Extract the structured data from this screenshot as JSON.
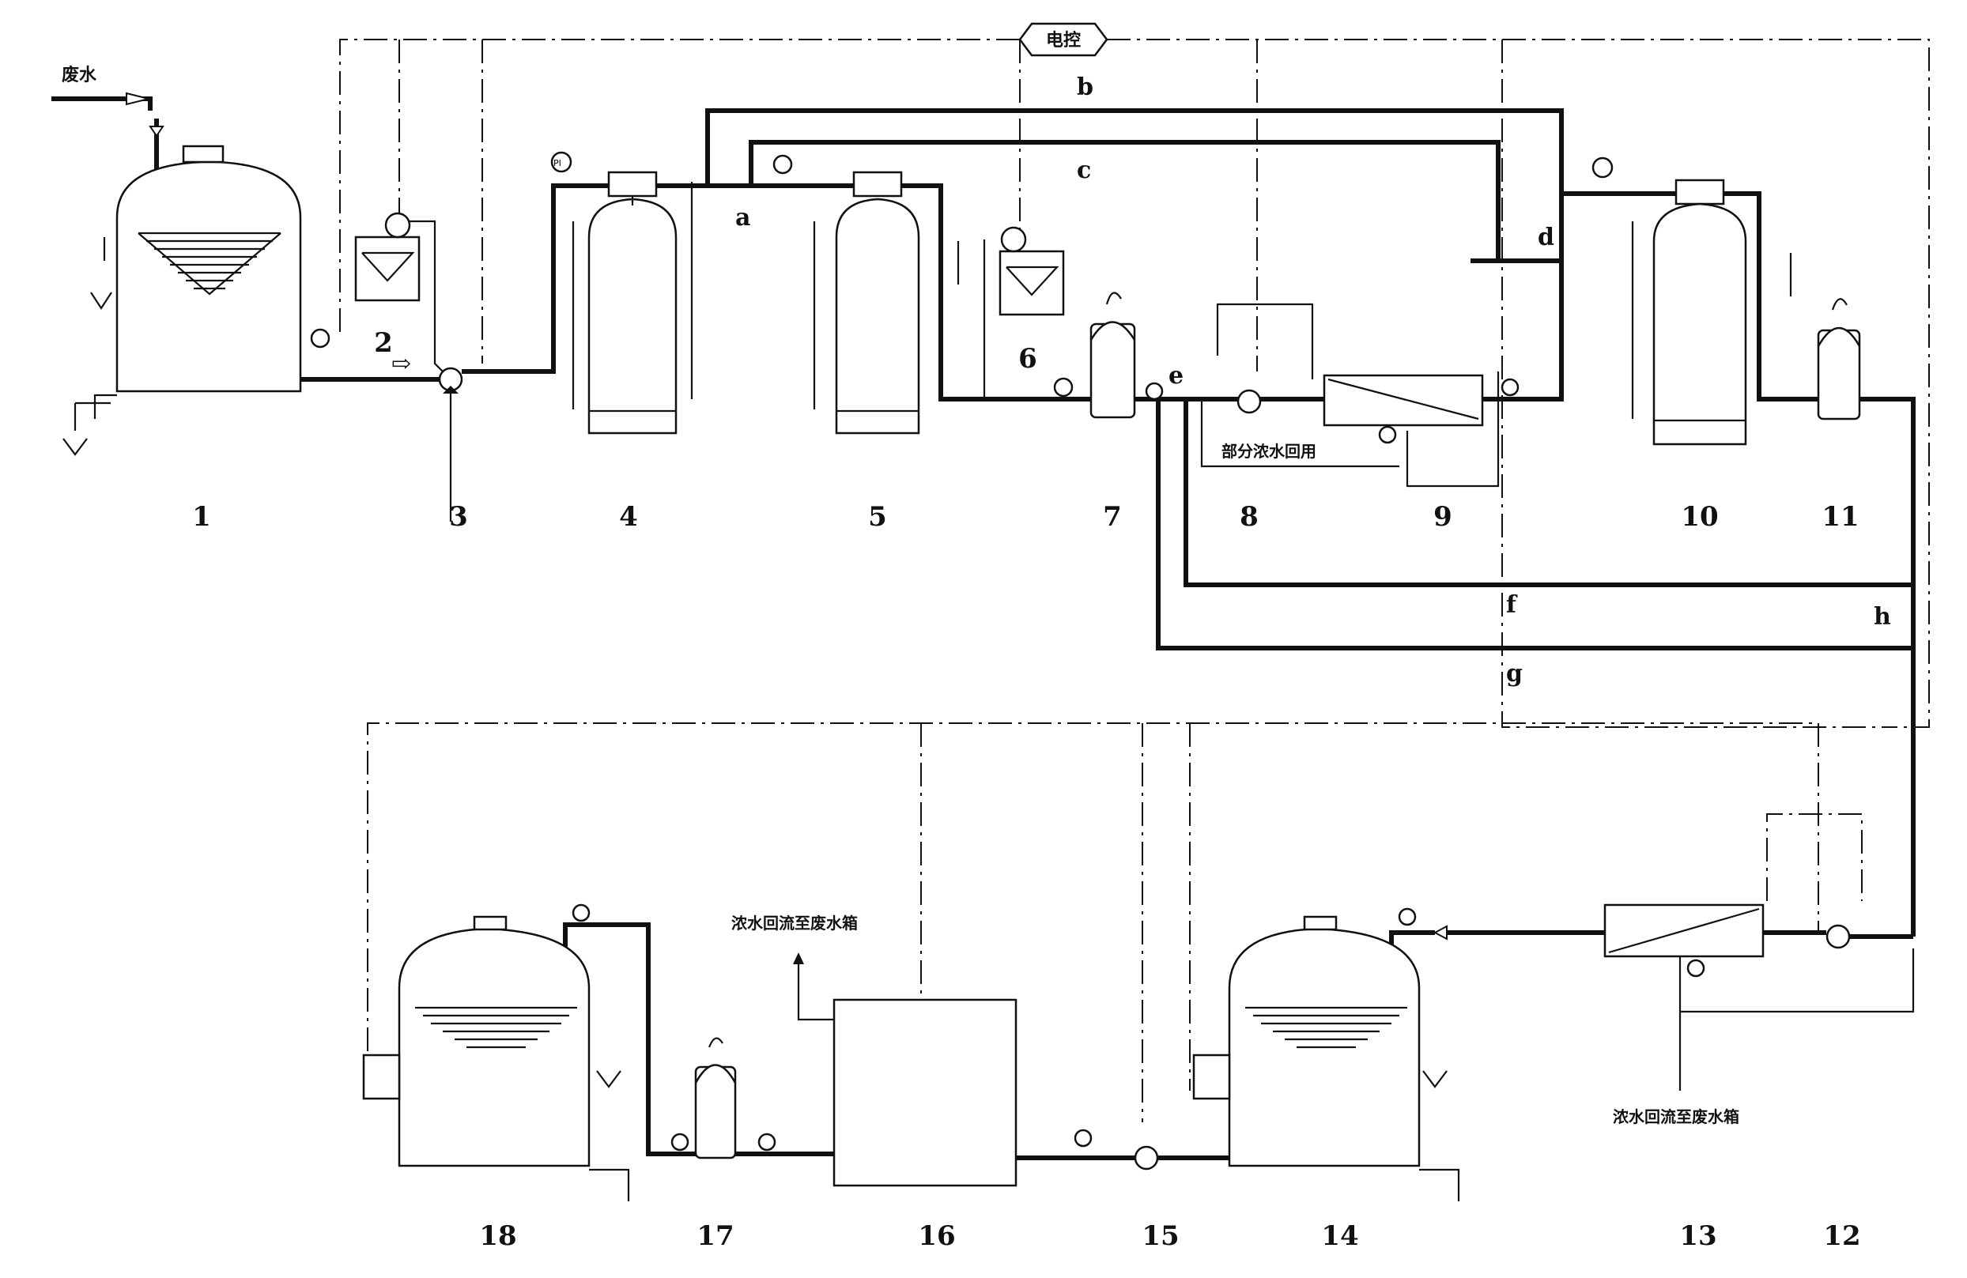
{
  "labels": {
    "waste_water": "废水",
    "control": "电控",
    "partial_concentrate_reuse": "部分浓水回用",
    "concentrate_return_1": "浓水回流至废水箱",
    "concentrate_return_2": "浓水回流至废水箱",
    "pi": "PI"
  },
  "equipment_numbers": [
    "1",
    "2",
    "3",
    "4",
    "5",
    "6",
    "7",
    "8",
    "9",
    "10",
    "11",
    "12",
    "13",
    "14",
    "15",
    "16",
    "17",
    "18"
  ],
  "valve_letters": {
    "a": "a",
    "b": "b",
    "c": "c",
    "d": "d",
    "e": "e",
    "f": "f",
    "g": "g",
    "h": "h"
  }
}
